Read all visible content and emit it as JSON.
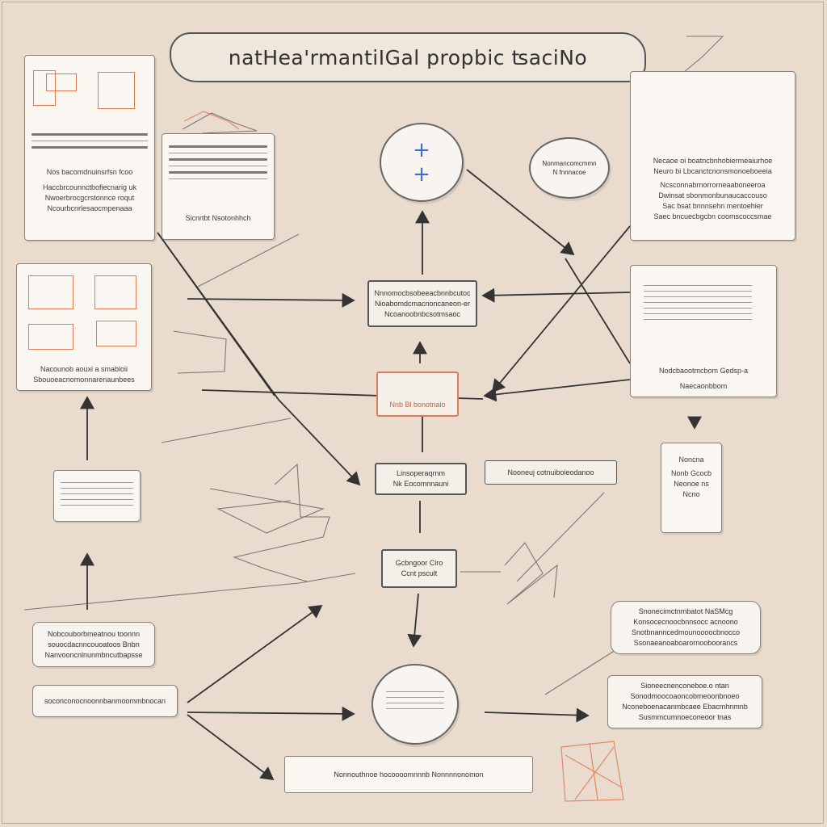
{
  "title": "natHea'rmantiIGal propbic ʦaciNo",
  "cards": {
    "top_left": [
      "Nos bacomdnuinsrfsn fcoo",
      "Haccbrcounnctbofiecnarig uk",
      "Nwoerbrocgcrstonnce roqut",
      "Ncourbcnrlesaocmpenaaa"
    ],
    "top_mid_small": [
      "Sicnrtbt Nsotonhhch"
    ],
    "top_right": [
      "Necaoe oi boatncbnhobiermeaiurhoe",
      "Neuro bi Lbcanctcnonsmonoeboeeia",
      "Ncsconnabrnorrorneaaboneeroa",
      "Dwinsat sbonmonbunaucaccouso",
      "Sac bsat bnnnsehn mentoehier",
      "Saec bncuecbgcbn coomscoccsmae"
    ],
    "mid_left": [
      "Nacounob aouxi a smabloii",
      "Sbouoeacnomonnarenaunbees"
    ],
    "mid_right": [
      "Nodcbaootmcbom Gedsp-a",
      "Naecaonbbom"
    ],
    "lower_right_small": [
      "Noncna",
      "Nonb Gcocb",
      "Neonoe ns",
      "Ncno"
    ],
    "bottom_left_a": [
      "Nobcouborbmeatnou toonnn",
      "souocdacnncouoatoos Bnbn",
      "Nanvooncnlnunmbncutbapsse"
    ],
    "bottom_left_b": [
      "soconconocnoonnbanmoommbnocan"
    ],
    "right_pill": [
      "Snonecimctnmbatot NaSMcg",
      "Konsocecnoocbnnsocc acnoono",
      "Snotbnanncedmounoooocbnocco",
      "Ssonaeanoaboarornooboorancs"
    ],
    "bottom_right": [
      "Sioneecnenconeboe.o ntan",
      "Sonodmoocoaoncobmeoonbnoeo",
      "Nconeboenacanmbcaee Ebacmhnmnb",
      "Susmmcumnoeconeoor tnas"
    ]
  },
  "nodes": {
    "center_top": [
      "Nnnomocbsobeeacbnnbcutoc",
      "Nioabomdcmacnoncaneon-er",
      "Ncoanoobnbcsotmsaoc"
    ],
    "center_accent": [
      "Nnb Bl bonotnaio"
    ],
    "center_mid": [
      "Linsoperaqrnm",
      "Nk Eocomnnauni"
    ],
    "center_mid_side": [
      "Nooneuj cotnuiboieodanoo"
    ],
    "center_low": [
      "Gcbngoor Ciro",
      "Ccnt pscult"
    ],
    "bottom_banner": [
      "Nonnouthnoe hocoooomnnnb Nonnnnonomon"
    ]
  },
  "circle_small": [
    "Nonmancomcmmn",
    "N fnnnacoe"
  ],
  "plus_glyph": "+",
  "colors": {
    "background": "#e9dccf",
    "ink": "#333333",
    "accent": "#e07a55",
    "plus_blue": "#3b6fd1"
  }
}
